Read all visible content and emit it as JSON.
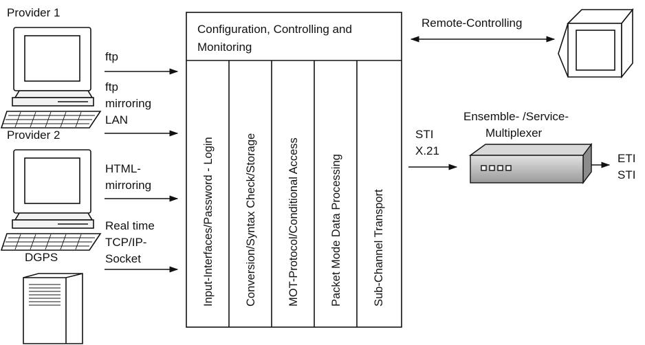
{
  "providers": {
    "provider1": "Provider 1",
    "provider2": "Provider 2",
    "dgps": "DGPS"
  },
  "links": {
    "ftp": "ftp",
    "ftp_mirroring_lan": [
      "ftp",
      "mirroring",
      "LAN"
    ],
    "html_mirroring": [
      "HTML-",
      "mirroring"
    ],
    "realtime": [
      "Real time",
      "TCP/IP-",
      "Socket"
    ]
  },
  "system": {
    "header": [
      "Configuration, Controlling and",
      "Monitoring"
    ],
    "columns": [
      "Input-Interfaces/Password - Login",
      "Conversion/Syntax Check/Storage",
      "MOT-Protocol/Conditional Access",
      "Packet Mode Data Processing",
      "Sub-Channel Transport"
    ]
  },
  "remote": {
    "label": "Remote-Controlling"
  },
  "output": {
    "lines": [
      "STI",
      "X.21"
    ]
  },
  "multiplexer": {
    "title": [
      "Ensemble- /Service-",
      "Multiplexer"
    ],
    "outputs": [
      "ETI",
      "STI"
    ]
  }
}
